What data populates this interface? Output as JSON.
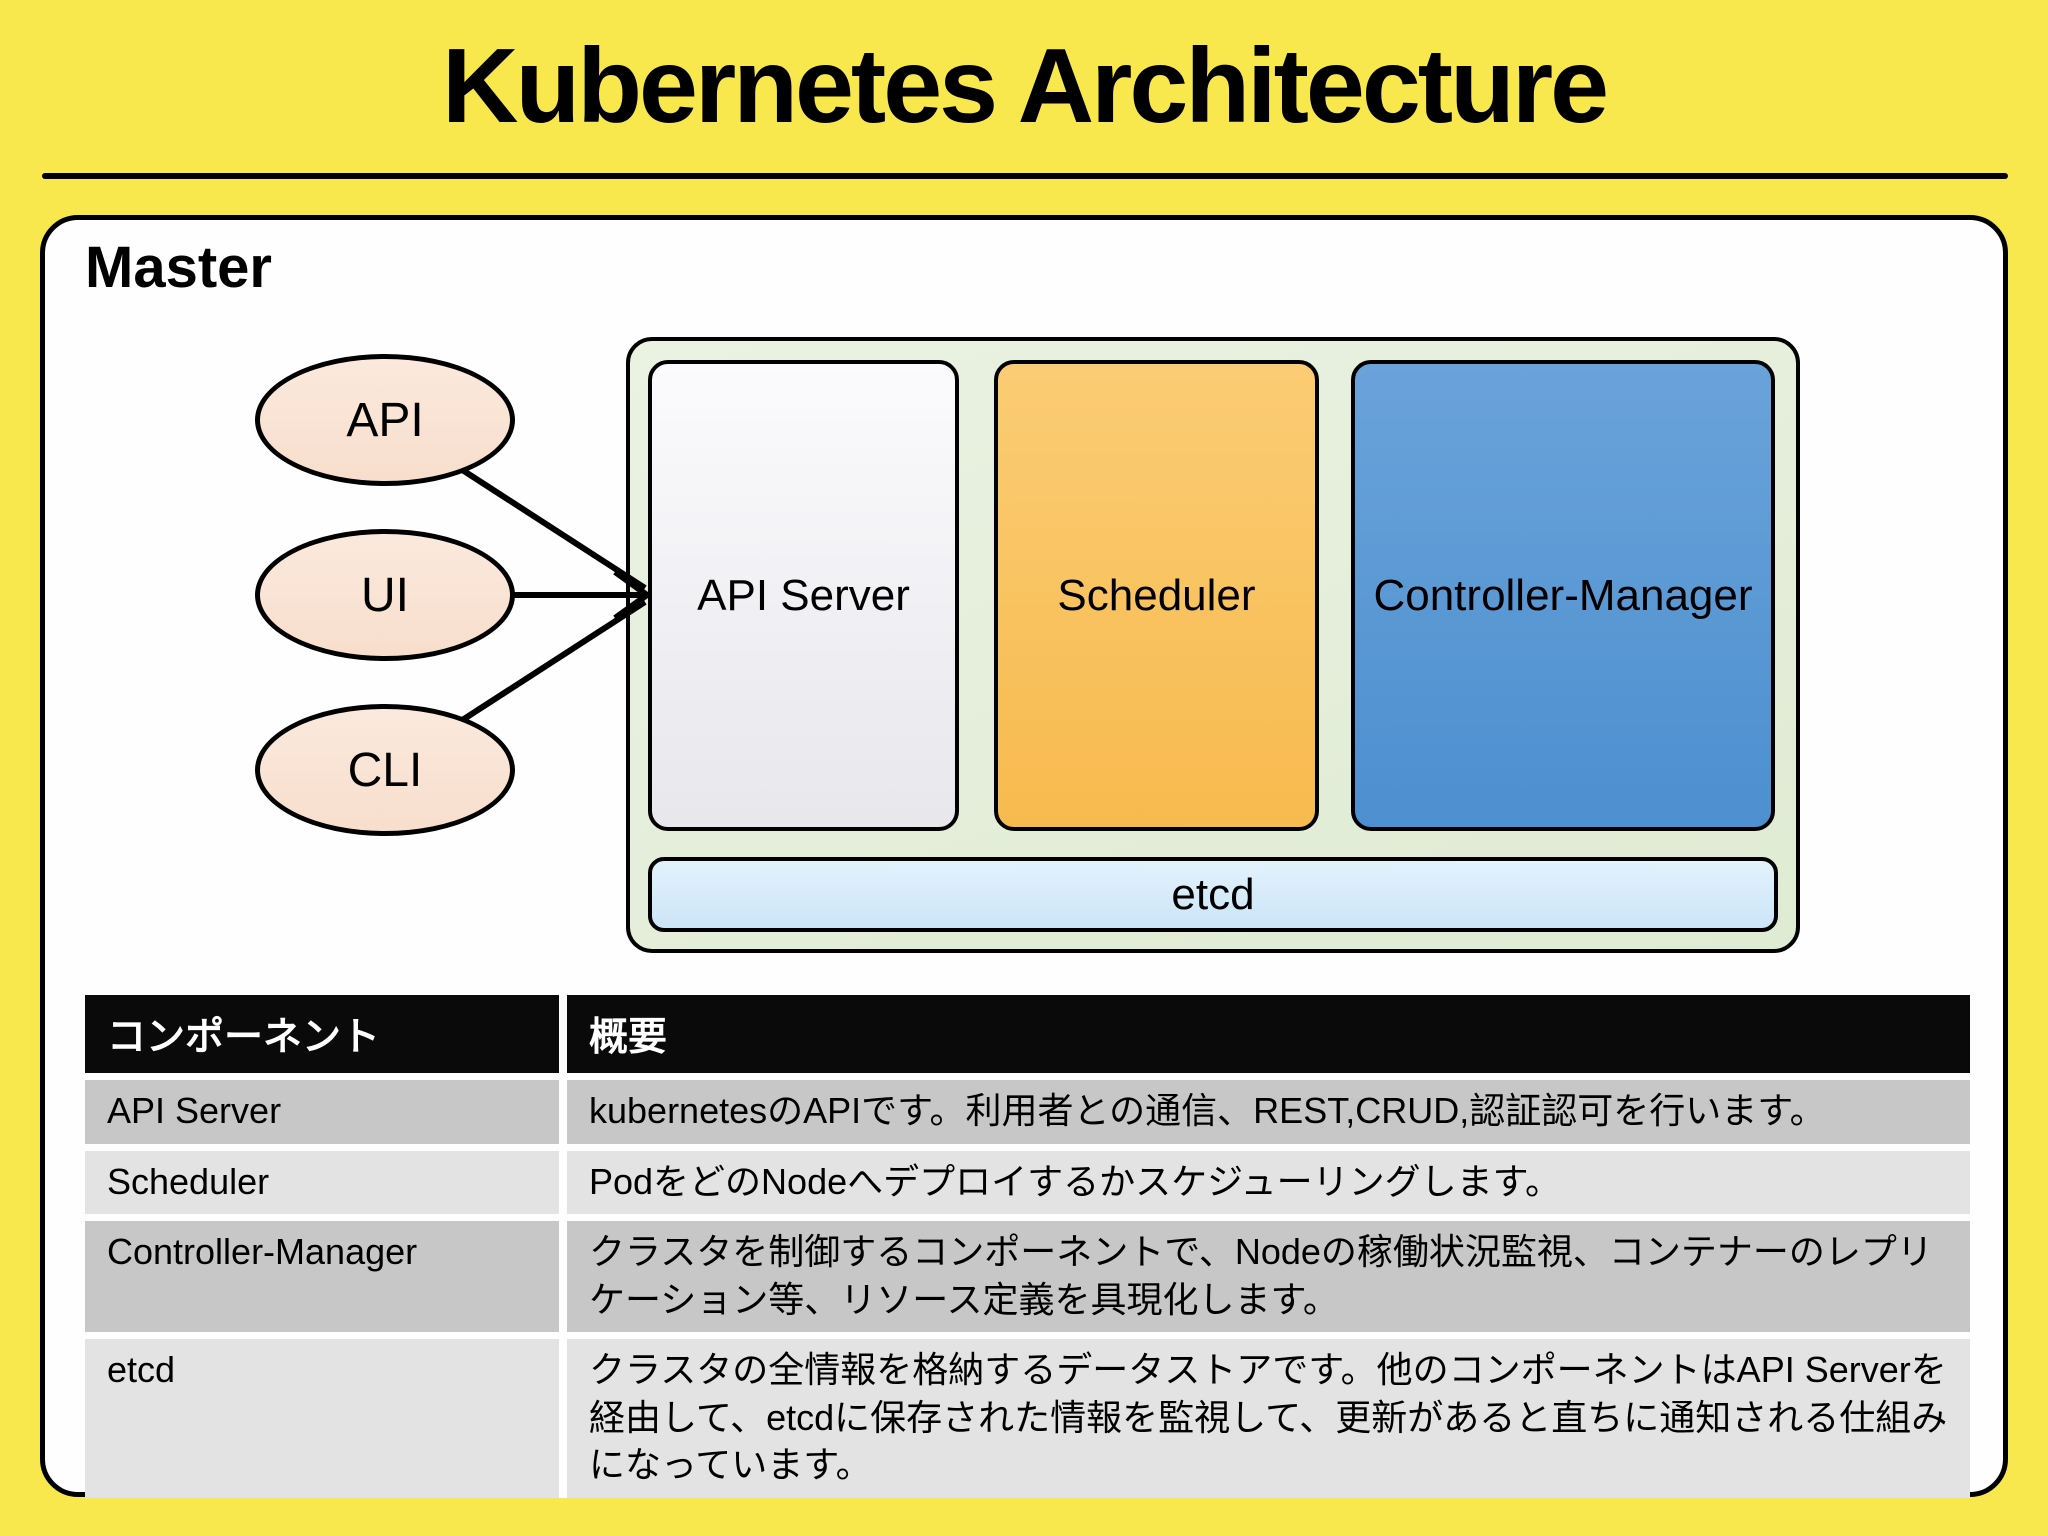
{
  "title": "Kubernetes Architecture",
  "master": {
    "label": "Master",
    "clients": [
      {
        "label": "API"
      },
      {
        "label": "UI"
      },
      {
        "label": "CLI"
      }
    ],
    "components": [
      {
        "label": "API Server"
      },
      {
        "label": "Scheduler"
      },
      {
        "label": "Controller-Manager"
      }
    ],
    "datastore": {
      "label": "etcd"
    }
  },
  "table": {
    "headers": [
      "コンポーネント",
      "概要"
    ],
    "rows": [
      {
        "component": "API Server",
        "description": "kubernetesのAPIです。利用者との通信、REST,CRUD,認証認可を行います。"
      },
      {
        "component": "Scheduler",
        "description": "PodをどのNodeへデプロイするかスケジューリングします。"
      },
      {
        "component": "Controller-Manager",
        "description": "クラスタを制御するコンポーネントで、Nodeの稼働状況監視、コンテナーのレプリケーション等、リソース定義を具現化します。"
      },
      {
        "component": "etcd",
        "description": "クラスタの全情報を格納するデータストアです。他のコンポーネントはAPI Serverを経由して、etcdに保存された情報を監視して、更新があると直ちに通知される仕組みになっています。"
      }
    ]
  },
  "colors": {
    "background": "#F9E84D",
    "panel": "#FEFEFE",
    "control_plane_bg": "#E4EFDB",
    "api_server_box": "#F0F0F3",
    "scheduler_box": "#F9C35F",
    "controller_manager_box": "#5B9BD5",
    "etcd_bar": "#D6EAF8",
    "client_ellipse": "#FAE3D3",
    "table_header_bg": "#0A0A0A",
    "table_row_dark": "#C7C7C7",
    "table_row_light": "#E3E3E3",
    "line": "#000000"
  }
}
